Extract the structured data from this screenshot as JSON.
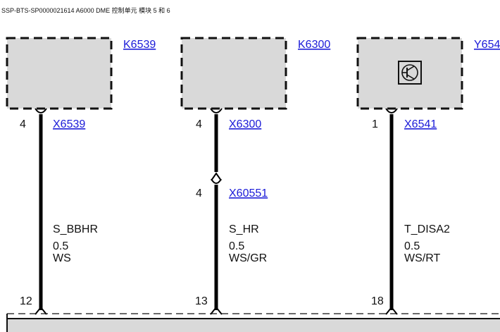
{
  "header": {
    "title": "SSP-BTS-SP0000021614 A6000 DME 控制单元 模块 5 和 6"
  },
  "components": [
    {
      "id": "K6539",
      "icon": ""
    },
    {
      "id": "K6300",
      "icon": ""
    },
    {
      "id": "Y654",
      "icon": "transistor-icon"
    }
  ],
  "wires": [
    {
      "top_pin": "4",
      "top_connector": "X6539",
      "mid_pin": "",
      "mid_connector": "",
      "signal": "S_BBHR",
      "size": "0.5",
      "color_code": "WS",
      "bottom_pin": "12"
    },
    {
      "top_pin": "4",
      "top_connector": "X6300",
      "mid_pin": "4",
      "mid_connector": "X60551",
      "signal": "S_HR",
      "size": "0.5",
      "color_code": "WS/GR",
      "bottom_pin": "13"
    },
    {
      "top_pin": "1",
      "top_connector": "X6541",
      "mid_pin": "",
      "mid_connector": "",
      "signal": "T_DISA2",
      "size": "0.5",
      "color_code": "WS/RT",
      "bottom_pin": "18"
    }
  ],
  "colors": {
    "box_fill": "#d9d9d9",
    "link": "#1a1ad8",
    "wire": "#000000"
  }
}
